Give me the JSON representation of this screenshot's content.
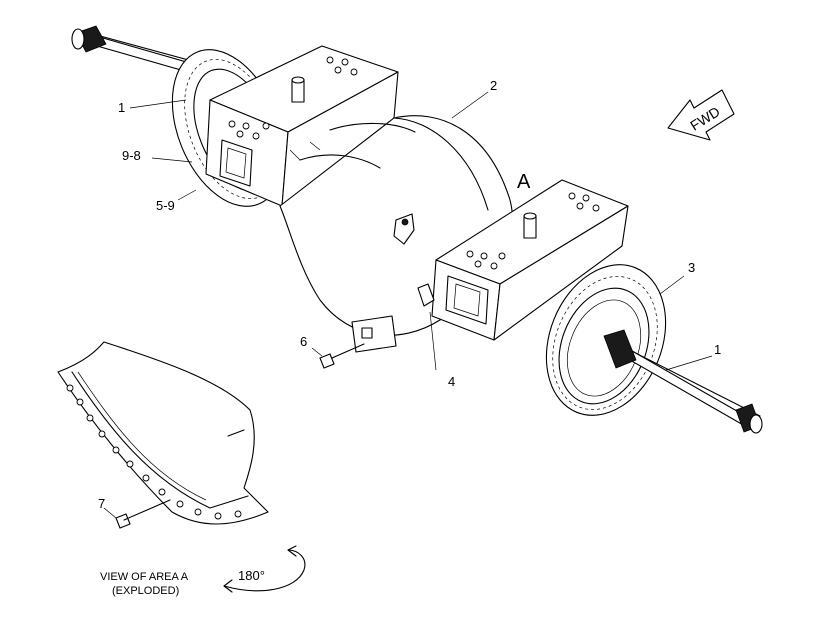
{
  "labels": {
    "left_shaft": "1",
    "right_shaft": "1",
    "housing": "2",
    "ring": "3",
    "bracket": "4",
    "bolt": "6",
    "pin": "7",
    "left_ref_a": "9-8",
    "left_ref_b": "5-9",
    "area": "A"
  },
  "direction": {
    "text": "FWD"
  },
  "view_caption": {
    "line1": "VIEW OF AREA A",
    "line2": "(EXPLODED)"
  },
  "rotation": {
    "text": "180°"
  }
}
